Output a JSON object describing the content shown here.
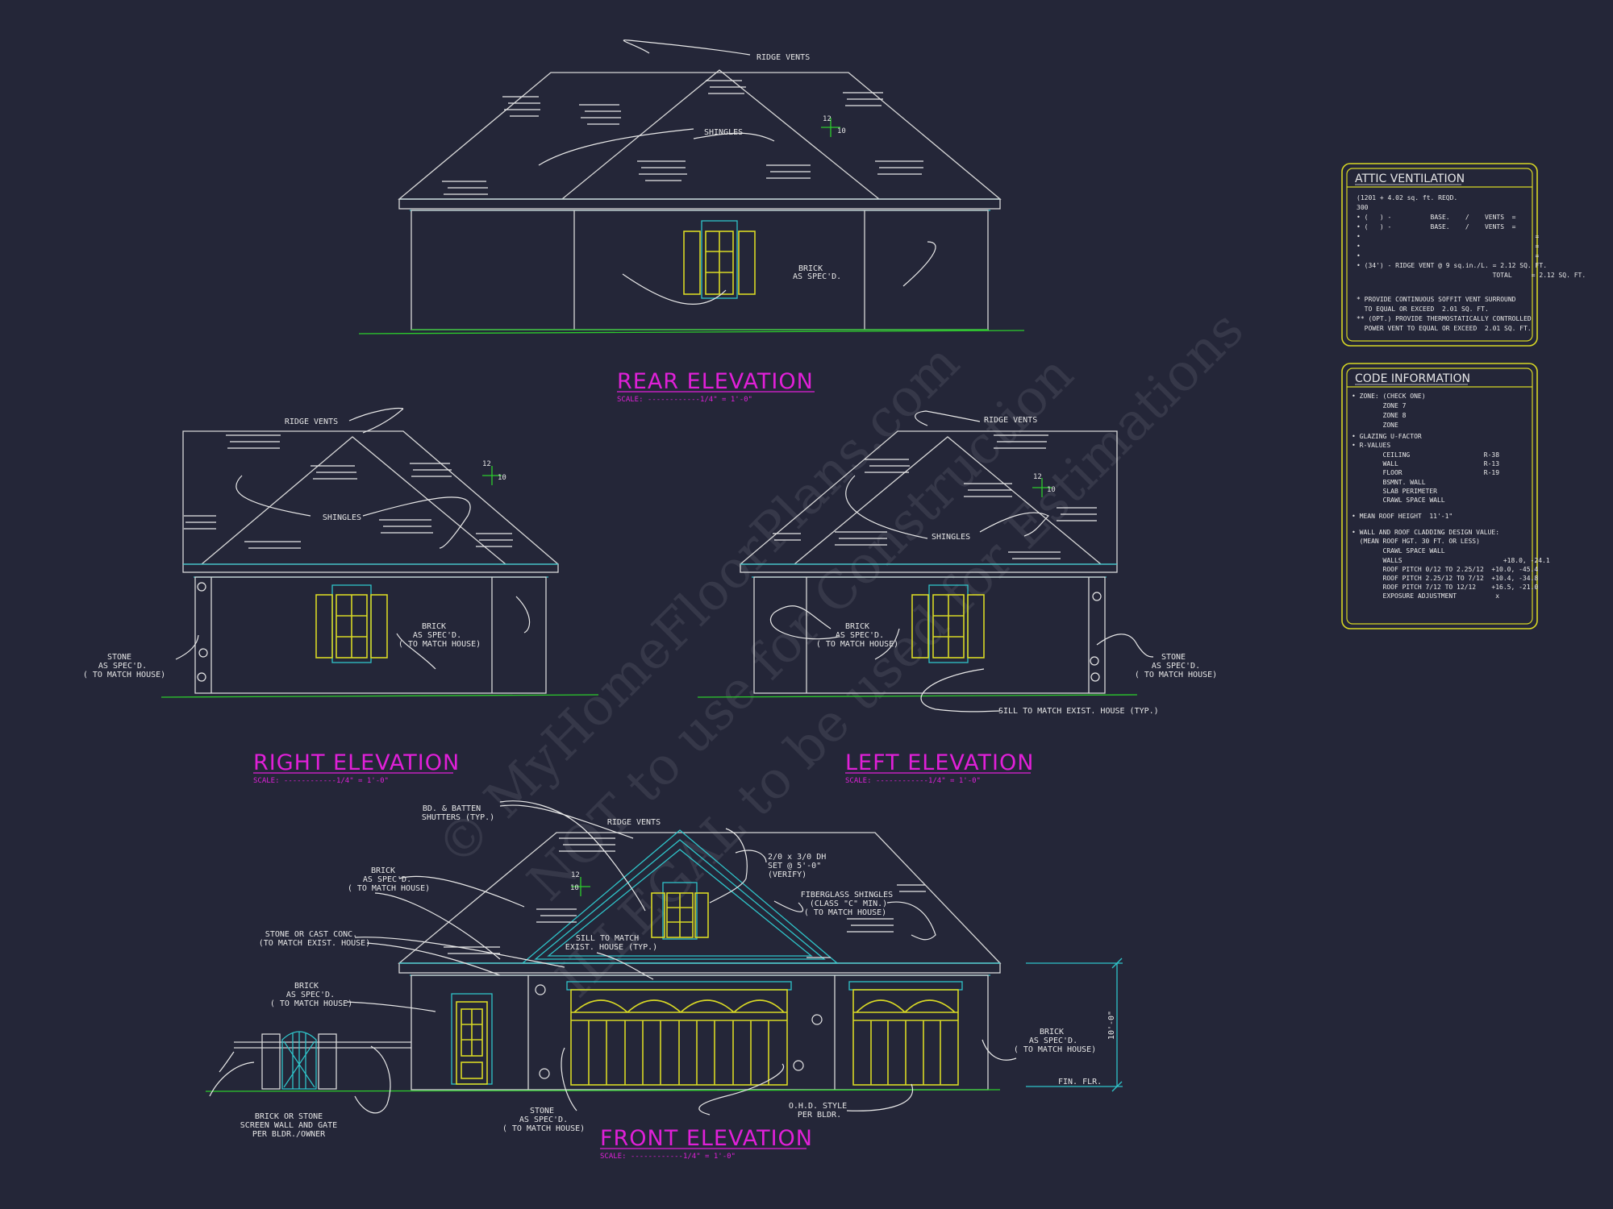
{
  "elevations": {
    "rear": {
      "title": "REAR ELEVATION",
      "scale": "SCALE: ------------1/4\" = 1'-0\"",
      "notes": {
        "ridge": "RIDGE VENTS",
        "shingles": "SHINGLES",
        "brick1": "BRICK",
        "brick2": "AS SPEC'D."
      },
      "pitch": {
        "rise": "12",
        "run": "10"
      }
    },
    "right": {
      "title": "RIGHT ELEVATION",
      "scale": "SCALE: ------------1/4\" = 1'-0\"",
      "notes": {
        "ridge": "RIDGE VENTS",
        "shingles": "SHINGLES",
        "brick1": "BRICK",
        "brick2": "AS SPEC'D.",
        "brick3": "( TO MATCH HOUSE)",
        "stone1": "STONE",
        "stone2": "AS SPEC'D.",
        "stone3": "( TO MATCH HOUSE)"
      },
      "pitch": {
        "rise": "12",
        "run": "10"
      }
    },
    "left": {
      "title": "LEFT ELEVATION",
      "scale": "SCALE: ------------1/4\" = 1'-0\"",
      "notes": {
        "ridge": "RIDGE VENTS",
        "shingles": "SHINGLES",
        "brick1": "BRICK",
        "brick2": "AS SPEC'D.",
        "brick3": "( TO MATCH HOUSE)",
        "stone1": "STONE",
        "stone2": "AS SPEC'D.",
        "stone3": "( TO MATCH HOUSE)",
        "sill": "SILL TO MATCH EXIST. HOUSE (TYP.)"
      },
      "pitch": {
        "rise": "12",
        "run": "10"
      }
    },
    "front": {
      "title": "FRONT ELEVATION",
      "scale": "SCALE: ------------1/4\" = 1'-0\"",
      "notes": {
        "ridge": "RIDGE VENTS",
        "shutters1": "BD. & BATTEN",
        "shutters2": "SHUTTERS (TYP.)",
        "brickA1": "BRICK",
        "brickA2": "AS SPEC'D.",
        "brickA3": "( TO MATCH HOUSE)",
        "stoneCast1": "STONE OR CAST CONC.",
        "stoneCast2": "(TO MATCH EXIST. HOUSE)",
        "brickB1": "BRICK",
        "brickB2": "AS SPEC'D.",
        "brickB3": "( TO MATCH HOUSE)",
        "screen1": "BRICK OR STONE",
        "screen2": "SCREEN WALL AND GATE",
        "screen3": "PER BLDR./OWNER",
        "stone1": "STONE",
        "stone2": "AS SPEC'D.",
        "stone3": "( TO MATCH HOUSE)",
        "ohd1": "O.H.D. STYLE",
        "ohd2": "PER BLDR.",
        "win1": "2/0 x 3/0 DH",
        "win2": "SET @ 5'-0\"",
        "win3": "(VERIFY)",
        "fib1": "FIBERGLASS SHINGLES",
        "fib2": "(CLASS \"C\" MIN.)",
        "fib3": "( TO MATCH HOUSE)",
        "sill1": "SILL TO MATCH",
        "sill2": "EXIST. HOUSE (TYP.)",
        "brickC1": "BRICK",
        "brickC2": "AS SPEC'D.",
        "brickC3": "( TO MATCH HOUSE)",
        "fin": "FIN. FLR.",
        "height": "10'-0\""
      },
      "pitch": {
        "rise": "12",
        "run": "10"
      }
    }
  },
  "attic_ventilation": {
    "title": "ATTIC VENTILATION",
    "lines": [
      "(1201 + 4.02 sq. ft. REQD.",
      "300",
      "• (   ) -          BASE.    /    VENTS  =",
      "• (   ) -          BASE.    /    VENTS  =",
      "•                                             =",
      "•                                             =",
      "•                                             =",
      "• (34') - RIDGE VENT @ 9 sq.in./L. = 2.12 SQ. FT.",
      "                                   TOTAL     = 2.12 SQ. FT.",
      "",
      "* PROVIDE CONTINUOUS SOFFIT VENT SURROUND",
      "  TO EQUAL OR EXCEED  2.01 SQ. FT.",
      "** (OPT.) PROVIDE THERMOSTATICALLY CONTROLLED",
      "  POWER VENT TO EQUAL OR EXCEED  2.01 SQ. FT."
    ]
  },
  "code_information": {
    "title": "CODE INFORMATION",
    "lines": [
      "• ZONE: (CHECK ONE)",
      "        ZONE 7",
      "        ZONE 8",
      "        ZONE",
      "• GLAZING U-FACTOR",
      "• R-VALUES",
      "        CEILING                   R-38",
      "        WALL                      R-13",
      "        FLOOR                     R-19",
      "        BSMNT. WALL",
      "        SLAB PERIMETER",
      "        CRAWL SPACE WALL",
      "",
      "• MEAN ROOF HEIGHT  11'-1\"",
      "",
      "• WALL AND ROOF CLADDING DESIGN VALUE:",
      "  (MEAN ROOF HGT. 30 FT. OR LESS)",
      "        CRAWL SPACE WALL",
      "        WALLS                          +18.0, -24.1",
      "        ROOF PITCH 0/12 TO 2.25/12  +10.0, -45.4",
      "        ROOF PITCH 2.25/12 TO 7/12  +10.4, -34.8",
      "        ROOF PITCH 7/12 TO 12/12    +16.5, -21.0",
      "        EXPOSURE ADJUSTMENT          x"
    ]
  },
  "watermark": {
    "line1": "© MyHomeFloorPlans.com",
    "line2": "NOT to use for Construction",
    "line3": "ILLEGAL to be used for Estimations"
  }
}
